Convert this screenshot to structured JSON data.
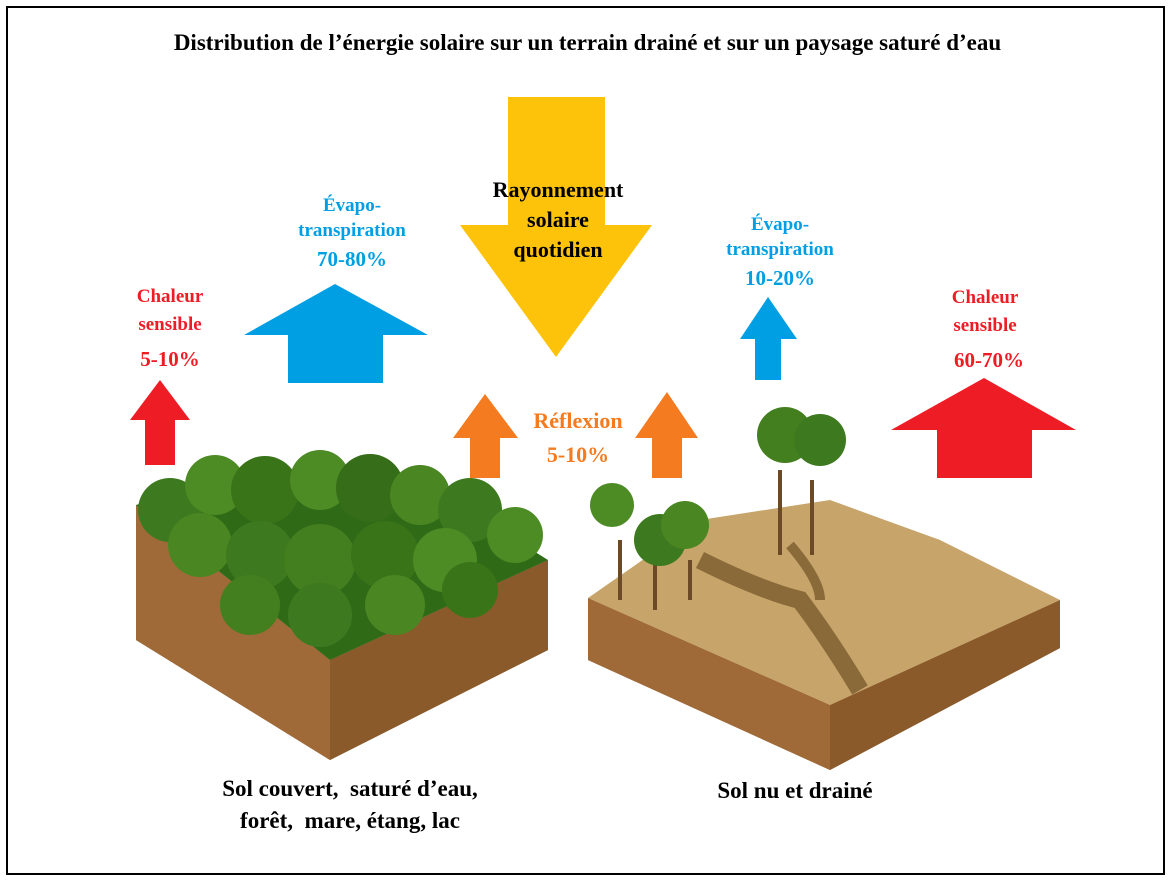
{
  "title": "Distribution de l’énergie solaire sur un terrain drainé et sur un paysage saturé d’eau",
  "solar": {
    "line1": "Rayonnement",
    "line2": "solaire",
    "line3": "quotidien"
  },
  "left": {
    "heat_label_1": "Chaleur",
    "heat_label_2": "sensible",
    "heat_value": "5-10%",
    "evapo_label_1": "Évapo-",
    "evapo_label_2": "transpiration",
    "evapo_value": "70-80%",
    "caption_line1": "Sol couvert,  saturé d’eau,",
    "caption_line2": "forêt,  mare, étang, lac"
  },
  "reflection": {
    "label": "Réflexion",
    "value": "5-10%"
  },
  "right": {
    "evapo_label_1": "Évapo-",
    "evapo_label_2": "transpiration",
    "evapo_value": "10-20%",
    "heat_label_1": "Chaleur",
    "heat_label_2": "sensible",
    "heat_value": "60-70%",
    "caption": "Sol nu et drainé"
  },
  "colors": {
    "heat": "#ee1c25",
    "evapo": "#009fe3",
    "solar": "#fdc30a",
    "reflection": "#f47b20",
    "soil": "#8b5a2b",
    "forest": "#3d7a1f"
  }
}
